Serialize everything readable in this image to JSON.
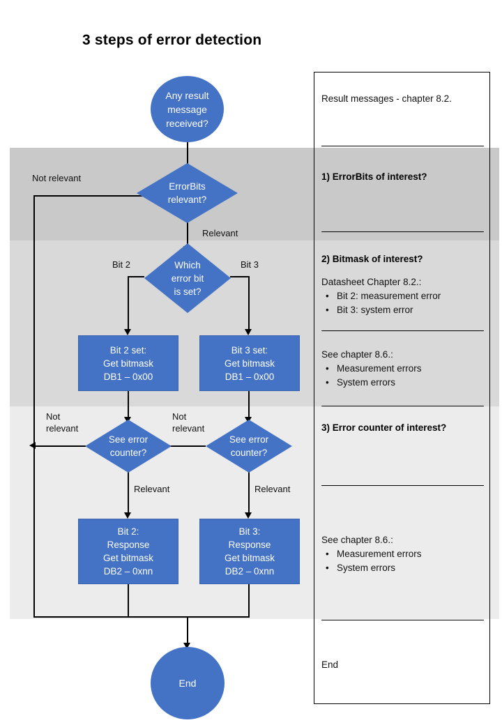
{
  "title": "3 steps of error detection",
  "colors": {
    "node_fill": "#4472C4",
    "band_1": "#c9c9c9",
    "band_2": "#d9d9d9",
    "band_3": "#ececec",
    "connector": "#000000"
  },
  "flow": {
    "start": {
      "label": "Any result\nmessage\nreceived?"
    },
    "decision_errorbits": {
      "label": "ErrorBits\nrelevant?"
    },
    "decision_whichbit": {
      "label": "Which\nerror bit\nis set?"
    },
    "box_bit2_bitmask": {
      "label": "Bit 2 set:\nGet bitmask\nDB1 – 0x00"
    },
    "box_bit3_bitmask": {
      "label": "Bit 3 set:\nGet bitmask\nDB1 – 0x00"
    },
    "decision_counter_left": {
      "label": "See error\ncounter?"
    },
    "decision_counter_right": {
      "label": "See error\ncounter?"
    },
    "box_bit2_response": {
      "label": "Bit 2:\nResponse\nGet bitmask\nDB2 – 0xnn"
    },
    "box_bit3_response": {
      "label": "Bit 3:\nResponse\nGet bitmask\nDB2 – 0xnn"
    },
    "end": {
      "label": "End"
    }
  },
  "edge_labels": {
    "errorbits_not_relevant": "Not relevant",
    "errorbits_relevant": "Relevant",
    "bit2": "Bit 2",
    "bit3": "Bit 3",
    "counter_left_not_relevant": "Not\nrelevant",
    "counter_right_not_relevant": "Not\nrelevant",
    "counter_left_relevant": "Relevant",
    "counter_right_relevant": "Relevant"
  },
  "panel": {
    "section_result": {
      "text": "Result messages - chapter 8.2."
    },
    "section_1": {
      "title": "1) ErrorBits of interest?"
    },
    "section_2": {
      "title": "2) Bitmask of interest?",
      "block_a": {
        "text": "Datasheet Chapter 8.2.:",
        "bullets": [
          "Bit 2: measurement  error",
          "Bit 3: system error"
        ]
      },
      "block_b": {
        "text": "See chapter 8.6.:",
        "bullets": [
          "Measurement  errors",
          "System errors"
        ]
      }
    },
    "section_3": {
      "title": "3) Error counter of interest?",
      "block_b": {
        "text": "See chapter 8.6.:",
        "bullets": [
          "Measurement  errors",
          "System errors"
        ]
      }
    },
    "section_end": {
      "text": "End"
    }
  },
  "chart_data": {
    "type": "diagram",
    "title": "3 steps of error detection",
    "nodes": [
      {
        "id": "start",
        "shape": "circle",
        "text": "Any result message received?"
      },
      {
        "id": "errorbits",
        "shape": "diamond",
        "text": "ErrorBits relevant?",
        "band": 1
      },
      {
        "id": "whichbit",
        "shape": "diamond",
        "text": "Which error bit is set?",
        "band": 2
      },
      {
        "id": "bit2_bitmask",
        "shape": "rect",
        "text": "Bit 2 set: Get bitmask DB1 – 0x00",
        "band": 2
      },
      {
        "id": "bit3_bitmask",
        "shape": "rect",
        "text": "Bit 3 set: Get bitmask DB1 – 0x00",
        "band": 2
      },
      {
        "id": "counter_left",
        "shape": "diamond",
        "text": "See error counter?",
        "band": 3
      },
      {
        "id": "counter_right",
        "shape": "diamond",
        "text": "See error counter?",
        "band": 3
      },
      {
        "id": "bit2_response",
        "shape": "rect",
        "text": "Bit 2: Response Get bitmask DB2 – 0xnn",
        "band": 3
      },
      {
        "id": "bit3_response",
        "shape": "rect",
        "text": "Bit 3: Response Get bitmask DB2 – 0xnn",
        "band": 3
      },
      {
        "id": "end",
        "shape": "circle",
        "text": "End"
      }
    ],
    "edges": [
      {
        "from": "start",
        "to": "errorbits",
        "label": ""
      },
      {
        "from": "errorbits",
        "to": "end",
        "label": "Not relevant"
      },
      {
        "from": "errorbits",
        "to": "whichbit",
        "label": "Relevant"
      },
      {
        "from": "whichbit",
        "to": "bit2_bitmask",
        "label": "Bit 2"
      },
      {
        "from": "whichbit",
        "to": "bit3_bitmask",
        "label": "Bit 3"
      },
      {
        "from": "bit2_bitmask",
        "to": "counter_left",
        "label": ""
      },
      {
        "from": "bit3_bitmask",
        "to": "counter_right",
        "label": ""
      },
      {
        "from": "counter_left",
        "to": "end",
        "label": "Not relevant"
      },
      {
        "from": "counter_right",
        "to": "counter_left",
        "label": "Not relevant"
      },
      {
        "from": "counter_left",
        "to": "bit2_response",
        "label": "Relevant"
      },
      {
        "from": "counter_right",
        "to": "bit3_response",
        "label": "Relevant"
      },
      {
        "from": "bit2_response",
        "to": "end",
        "label": ""
      },
      {
        "from": "bit3_response",
        "to": "end",
        "label": ""
      }
    ],
    "bands": [
      {
        "index": 1,
        "legend": "1) ErrorBits of interest?"
      },
      {
        "index": 2,
        "legend": "2) Bitmask of interest?"
      },
      {
        "index": 3,
        "legend": "3) Error counter of interest?"
      }
    ]
  }
}
